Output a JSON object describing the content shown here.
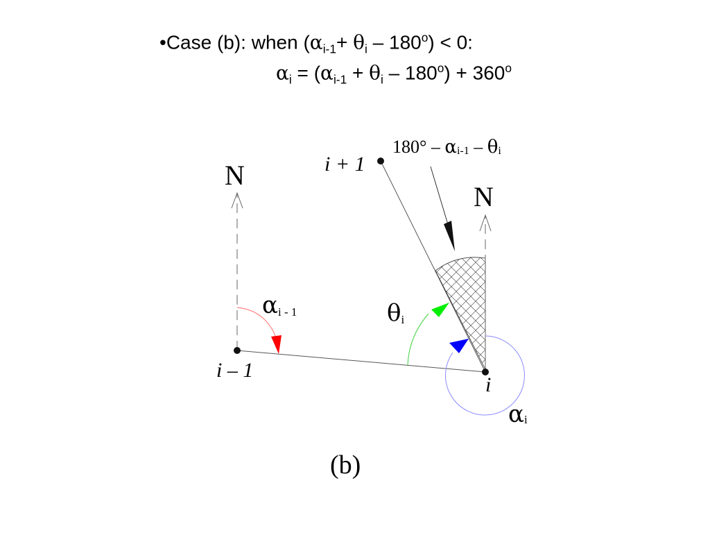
{
  "heading": {
    "bullet": "•",
    "case_text": "Case (b): when (",
    "alpha": "α",
    "sub_im1": "i-1",
    "plus1": "+ ",
    "theta": "θ",
    "sub_i": "i",
    "minus180": " – 180",
    "deg": "o",
    "tail": ") < 0:"
  },
  "formula": {
    "alpha": "α",
    "sub_i": "i",
    "eq_open": " = (",
    "alpha2": "α",
    "sub_im1": "i-1",
    "plus": " + ",
    "theta": "θ",
    "sub_i2": "i",
    "minus180": " – 180",
    "deg": "o",
    "close_plus": ") + 360",
    "deg2": "o"
  },
  "diagram": {
    "north_left": "N",
    "north_right": "N",
    "label_i_plus_1": "i + 1",
    "label_i_minus_1": "i – 1",
    "label_i": "i",
    "alpha_im1_sym": "α",
    "alpha_im1_sub": "i - 1",
    "theta_sym": "θ",
    "theta_sub": "i",
    "alpha_i_sym": "α",
    "alpha_i_sub": "i",
    "angle_text_180": "180° – ",
    "angle_text_alpha": "α",
    "angle_text_alpha_sub": "i-1",
    "angle_text_minus": " – ",
    "angle_text_theta": "θ",
    "angle_text_theta_sub": "i",
    "caption": "(b)"
  },
  "colors": {
    "red_arrow": "#ff0000",
    "green_arrow": "#00ff00",
    "blue_arrow": "#0000ff",
    "blue_circle": "#8a8aff"
  }
}
